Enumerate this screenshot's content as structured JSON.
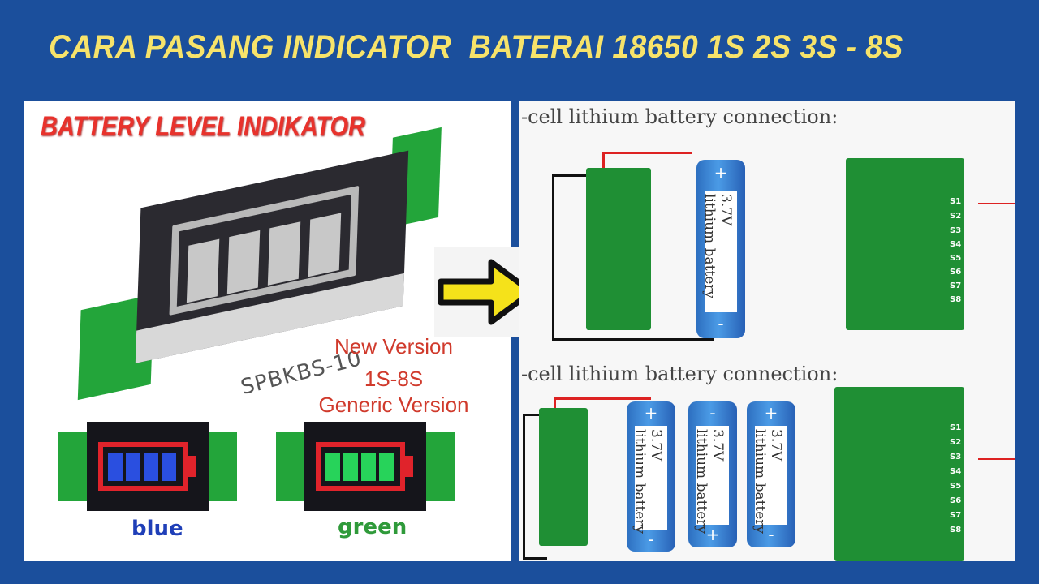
{
  "title": "Cara Pasang Indicator  Baterai 18650 1S 2S 3S - 8S",
  "left_panel": {
    "label": "Battery Level Indikator",
    "model": "SPBKBS-10",
    "version_lines": [
      "New Version",
      "1S-8S",
      "Generic Version"
    ],
    "variants": [
      {
        "caption": "blue",
        "color": "#2a4fe0"
      },
      {
        "caption": "green",
        "color": "#27d35a"
      }
    ]
  },
  "right_panel": {
    "sections": [
      {
        "heading": "-cell lithium battery connection:",
        "batteries": [
          {
            "voltage": "3.7V",
            "label": "lithium battery",
            "plus": "+",
            "minus": "-"
          }
        ]
      },
      {
        "heading": "-cell lithium battery connection:",
        "batteries": [
          {
            "voltage": "3.7V",
            "label": "lithium battery",
            "plus": "+",
            "minus": "-"
          },
          {
            "voltage": "3.7V",
            "label": "lithium battery",
            "plus": "+",
            "minus": "-"
          },
          {
            "voltage": "3.7V",
            "label": "lithium battery",
            "plus": "+",
            "minus": "-"
          }
        ]
      }
    ],
    "pins": [
      "S1",
      "S2",
      "S3",
      "S4",
      "S5",
      "S6",
      "S7",
      "S8"
    ]
  },
  "colors": {
    "background": "#1b4f9c",
    "title": "#f7e36a",
    "label": "#e8322c",
    "arrow": "#f5e21a"
  },
  "icons": {
    "arrow": "arrow-right-icon"
  }
}
